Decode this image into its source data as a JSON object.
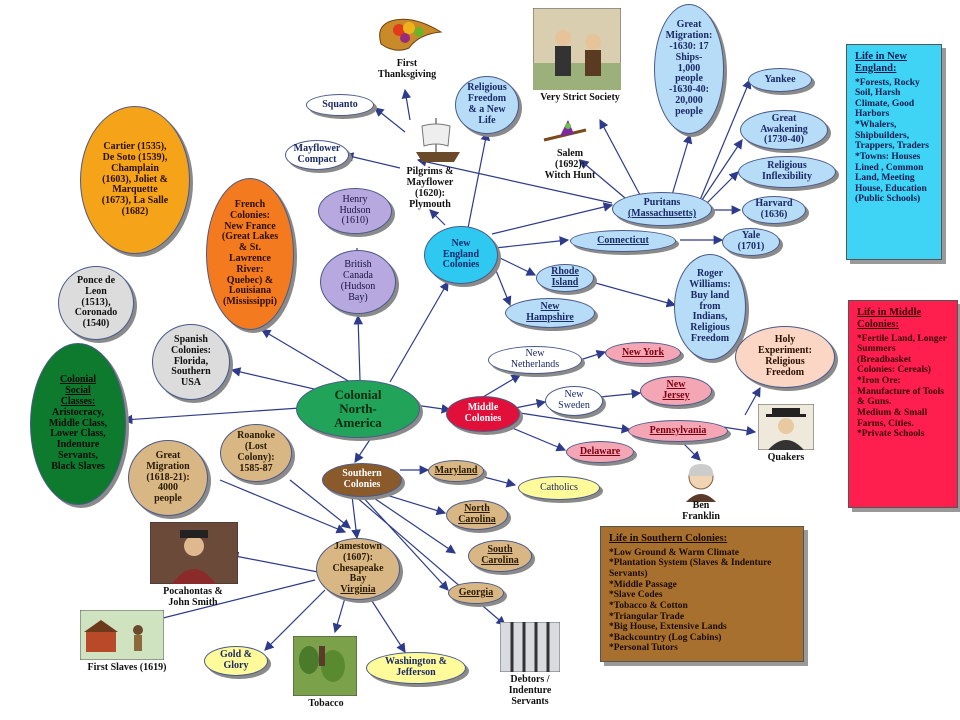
{
  "center": "Colonial\nNorth-\nAmerica",
  "regions": {
    "new_england": "New\nEngland\nColonies",
    "middle": "Middle\nColonies",
    "southern": "Southern\nColonies"
  },
  "new_england": {
    "puritans_prefix": "Puritans",
    "puritans_sub": "(Massachusetts)",
    "connecticut": "Connecticut",
    "yale": "Yale\n(1701)",
    "rhode_island": "Rhode\nIsland",
    "new_hampshire": "New\nHampshire",
    "roger_williams": "Roger\nWilliams:\nBuy land\nfrom\nIndians,\nReligious\nFreedom",
    "great_migration": "Great\nMigration:\n-1630: 17\nShips-\n1,000\npeople\n-1630-40:\n20,000\npeople",
    "yankee": "Yankee",
    "great_awakening": "Great\nAwakening\n(1730-40)",
    "religious_inflexibility": "Religious\nInflexibility",
    "harvard": "Harvard\n(1636)",
    "religious_freedom": "Religious\nFreedom\n& a New\nLife",
    "pilgrims": "Pilgrims &\nMayflower\n(1620):\nPlymouth",
    "mayflower_compact": "Mayflower\nCompact",
    "squanto": "Squanto",
    "first_thanksgiving": "First\nThanksgiving",
    "very_strict": "Very Strict Society",
    "salem": "Salem\n(1692):\nWitch Hunt"
  },
  "middle": {
    "new_netherlands": "New\nNetherlands",
    "new_york": "New York",
    "new_sweden": "New\nSweden",
    "new_jersey": "New\nJersey",
    "pennsylvania": "Pennsylvania",
    "delaware": "Delaware",
    "holy_experiment": "Holy\nExperiment:\nReligious\nFreedom",
    "quakers": "Quakers",
    "ben_franklin": "Ben\nFranklin"
  },
  "southern": {
    "maryland": "Maryland",
    "catholics": "Catholics",
    "north_carolina": "North\nCarolina",
    "south_carolina": "South\nCarolina",
    "georgia": "Georgia",
    "debtors": "Debtors /\nIndenture\nServants",
    "jamestown_text": "Jamestown\n(1607):\nChesapeake\nBay",
    "jamestown_virginia": "Virginia",
    "roanoke": "Roanoke\n(Lost\nColony):\n1585-87",
    "great_migration_south": "Great\nMigration\n(1618-21):\n4000\npeople",
    "pocahontas": "Pocahontas &\nJohn Smith",
    "first_slaves": "First Slaves (1619)",
    "gold_glory": "Gold &\nGlory",
    "tobacco": "Tobacco",
    "washington": "Washington &\nJefferson"
  },
  "other": {
    "french": "French\nColonies:\nNew France\n(Great Lakes\n& St.\nLawrence\nRiver:\nQuebec) &\nLouisiana\n(Mississippi)",
    "explorers": "Cartier (1535),\nDe Soto (1539),\nChamplain\n(1603), Joliet &\nMarquette\n(1673), La Salle\n(1682)",
    "henry_hudson": "Henry\nHudson\n(1610)",
    "british_canada": "British\nCanada\n(Hudson\nBay)",
    "ponce": "Ponce de\nLeon\n(1513),\nCoronado\n(1540)",
    "spanish": "Spanish\nColonies:\nFlorida,\nSouthern\nUSA",
    "social_title": "Colonial\nSocial\nClasses:",
    "social_body": "Aristocracy,\nMiddle Class,\nLower Class,\nIndenture\nServants,\nBlack Slaves"
  },
  "boxes": {
    "new_england_title": "Life in New England:",
    "new_england_items": [
      "*Forests, Rocky Soil, Harsh Climate, Good Harbors",
      "*Whalers, Shipbuilders, Trappers, Traders",
      "*Towns: Houses Lined , Common Land, Meeting House, Education (Public Schools)"
    ],
    "middle_title": "Life in Middle Colonies:",
    "middle_items": [
      "*Fertile Land, Longer Summers (Breadbasket Colonies: Cereals)",
      "*Iron Ore: Manufacture of Tools & Guns.",
      "Medium & Small Farms, Cities.",
      "*Private Schools"
    ],
    "southern_title": "Life in Southern Colonies:",
    "southern_items": [
      "*Low Ground & Warm Climate",
      "*Plantation System (Slaves & Indenture Servants)",
      "*Middle Passage",
      "*Slave Codes",
      "*Tobacco & Cotton",
      "*Triangular Trade",
      "*Big House, Extensive Lands",
      "*Backcountry (Log Cabins)",
      "*Personal Tutors"
    ]
  },
  "colors": {
    "center": "#22a35a",
    "middle": "#e0103a",
    "southern": "#8b5a2b",
    "new_england": "#2ec8f0",
    "french": "#f47a1f",
    "explorers": "#f5a318",
    "social": "#0d7a2e",
    "ne_box": "#3fd3f5",
    "mid_box": "#ff1f4f",
    "south_box": "#a8702e"
  }
}
